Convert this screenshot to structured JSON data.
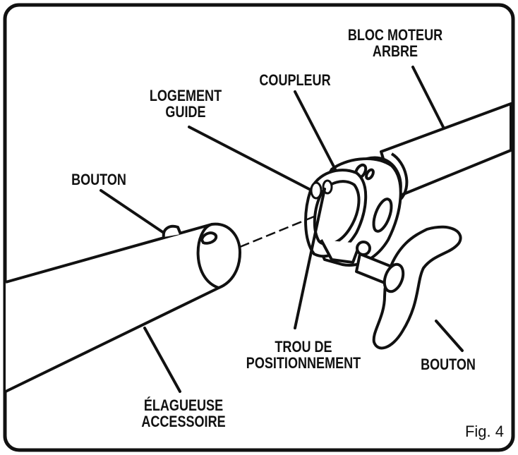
{
  "labels": {
    "bloc_moteur": [
      "BLOC MOTEUR",
      "ARBRE"
    ],
    "coupleur": "COUPLEUR",
    "logement_guide": [
      "LOGEMENT",
      "GUIDE"
    ],
    "bouton_left": "BOUTON",
    "trou_positionnement": [
      "TROU DE",
      "POSITIONNEMENT"
    ],
    "bouton_right": "BOUTON",
    "elagueuse": [
      "ÉLAGUEUSE",
      "ACCESSOIRE"
    ]
  },
  "caption": "Fig. 4",
  "colors": {
    "ink": "#111111",
    "paper": "#ffffff"
  }
}
